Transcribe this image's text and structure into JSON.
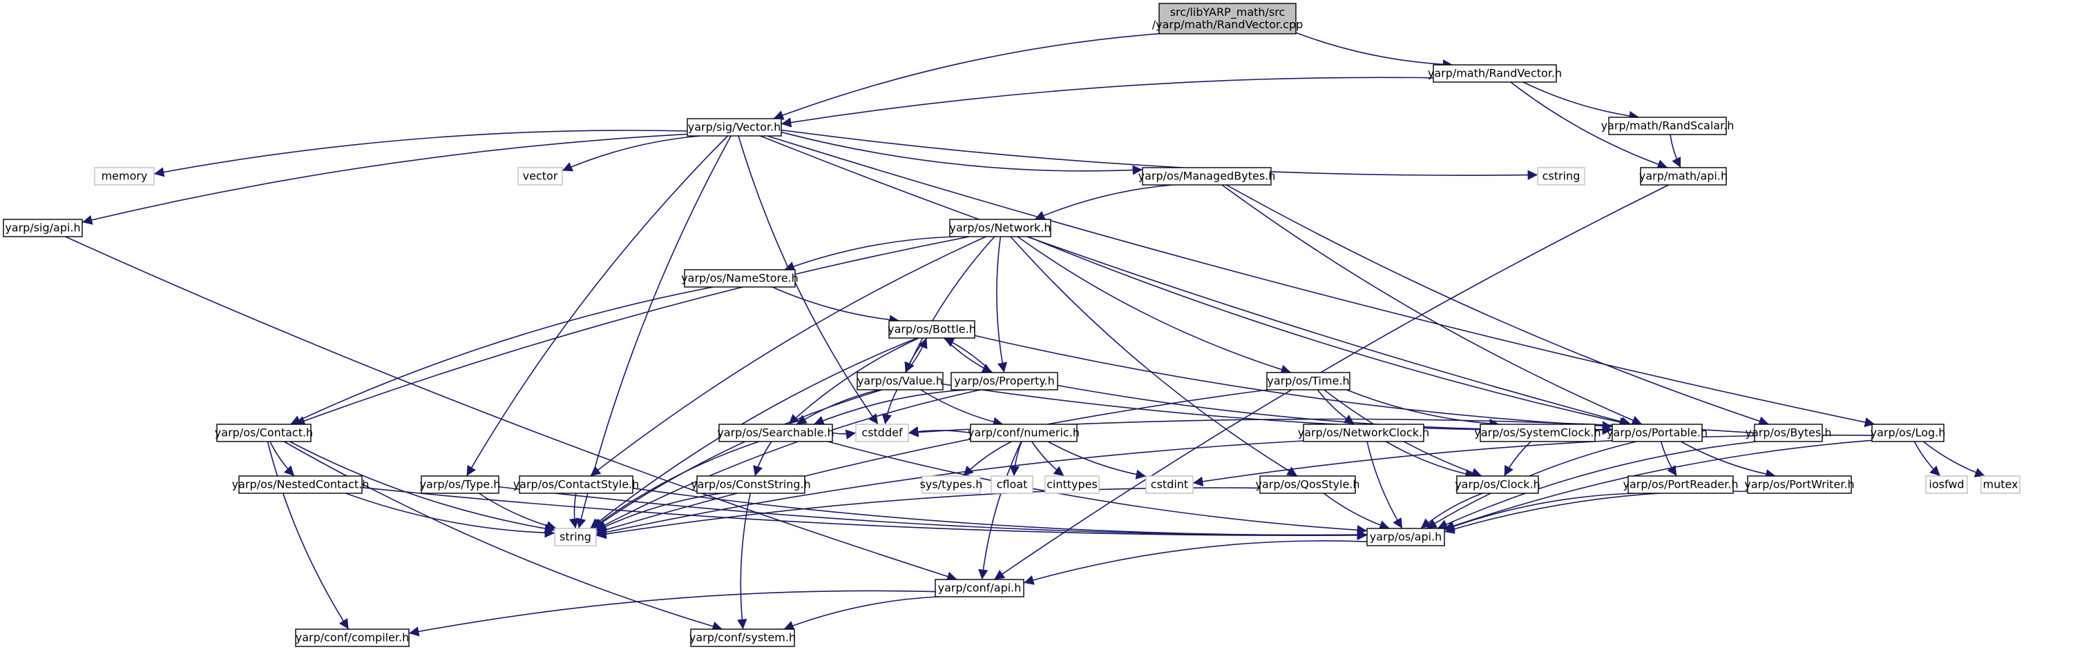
{
  "colors": {
    "edge": "#191970",
    "node_border": "#000000",
    "node_fill": "#ffffff",
    "root_fill": "#bfbfbf",
    "system_border": "#bfbfbf",
    "text": "#000000"
  },
  "nodes": {
    "root": {
      "lines": [
        "src/libYARP_math/src",
        "/yarp/math/RandVector.cpp"
      ],
      "kind": "root"
    },
    "randvector_h": {
      "lines": [
        "yarp/math/RandVector.h"
      ],
      "kind": "project"
    },
    "vector_h": {
      "lines": [
        "yarp/sig/Vector.h"
      ],
      "kind": "project"
    },
    "randscalar_h": {
      "lines": [
        "yarp/math/RandScalar.h"
      ],
      "kind": "project"
    },
    "math_api_h": {
      "lines": [
        "yarp/math/api.h"
      ],
      "kind": "project"
    },
    "memory": {
      "lines": [
        "memory"
      ],
      "kind": "system"
    },
    "vector": {
      "lines": [
        "vector"
      ],
      "kind": "system"
    },
    "cstring": {
      "lines": [
        "cstring"
      ],
      "kind": "system"
    },
    "managedbytes_h": {
      "lines": [
        "yarp/os/ManagedBytes.h"
      ],
      "kind": "project"
    },
    "sig_api_h": {
      "lines": [
        "yarp/sig/api.h"
      ],
      "kind": "project"
    },
    "network_h": {
      "lines": [
        "yarp/os/Network.h"
      ],
      "kind": "project"
    },
    "namestore_h": {
      "lines": [
        "yarp/os/NameStore.h"
      ],
      "kind": "project"
    },
    "bottle_h": {
      "lines": [
        "yarp/os/Bottle.h"
      ],
      "kind": "project"
    },
    "value_h": {
      "lines": [
        "yarp/os/Value.h"
      ],
      "kind": "project"
    },
    "property_h": {
      "lines": [
        "yarp/os/Property.h"
      ],
      "kind": "project"
    },
    "time_h": {
      "lines": [
        "yarp/os/Time.h"
      ],
      "kind": "project"
    },
    "contact_h": {
      "lines": [
        "yarp/os/Contact.h"
      ],
      "kind": "project"
    },
    "searchable_h": {
      "lines": [
        "yarp/os/Searchable.h"
      ],
      "kind": "project"
    },
    "numeric_h": {
      "lines": [
        "yarp/conf/numeric.h"
      ],
      "kind": "project"
    },
    "networkclock_h": {
      "lines": [
        "yarp/os/NetworkClock.h"
      ],
      "kind": "project"
    },
    "systemclock_h": {
      "lines": [
        "yarp/os/SystemClock.h"
      ],
      "kind": "project"
    },
    "portable_h": {
      "lines": [
        "yarp/os/Portable.h"
      ],
      "kind": "project"
    },
    "bytes_h": {
      "lines": [
        "yarp/os/Bytes.h"
      ],
      "kind": "project"
    },
    "log_h": {
      "lines": [
        "yarp/os/Log.h"
      ],
      "kind": "project"
    },
    "nestedcontact_h": {
      "lines": [
        "yarp/os/NestedContact.h"
      ],
      "kind": "project"
    },
    "type_h": {
      "lines": [
        "yarp/os/Type.h"
      ],
      "kind": "project"
    },
    "contactstyle_h": {
      "lines": [
        "yarp/os/ContactStyle.h"
      ],
      "kind": "project"
    },
    "conststring_h": {
      "lines": [
        "yarp/os/ConstString.h"
      ],
      "kind": "project"
    },
    "cstddef": {
      "lines": [
        "cstddef"
      ],
      "kind": "system"
    },
    "sys_types_h": {
      "lines": [
        "sys/types.h"
      ],
      "kind": "system"
    },
    "cfloat": {
      "lines": [
        "cfloat"
      ],
      "kind": "system"
    },
    "cinttypes": {
      "lines": [
        "cinttypes"
      ],
      "kind": "system"
    },
    "cstdint": {
      "lines": [
        "cstdint"
      ],
      "kind": "system"
    },
    "qosstyle_h": {
      "lines": [
        "yarp/os/QosStyle.h"
      ],
      "kind": "project"
    },
    "clock_h": {
      "lines": [
        "yarp/os/Clock.h"
      ],
      "kind": "project"
    },
    "portreader_h": {
      "lines": [
        "yarp/os/PortReader.h"
      ],
      "kind": "project"
    },
    "portwriter_h": {
      "lines": [
        "yarp/os/PortWriter.h"
      ],
      "kind": "project"
    },
    "iosfwd": {
      "lines": [
        "iosfwd"
      ],
      "kind": "system"
    },
    "mutex": {
      "lines": [
        "mutex"
      ],
      "kind": "system"
    },
    "string": {
      "lines": [
        "string"
      ],
      "kind": "system"
    },
    "os_api_h": {
      "lines": [
        "yarp/os/api.h"
      ],
      "kind": "project"
    },
    "conf_api_h": {
      "lines": [
        "yarp/conf/api.h"
      ],
      "kind": "project"
    },
    "compiler_h": {
      "lines": [
        "yarp/conf/compiler.h"
      ],
      "kind": "project"
    },
    "system_h": {
      "lines": [
        "yarp/conf/system.h"
      ],
      "kind": "project"
    }
  },
  "edges": [
    [
      "root",
      "randvector_h"
    ],
    [
      "root",
      "vector_h"
    ],
    [
      "randvector_h",
      "vector_h"
    ],
    [
      "randvector_h",
      "randscalar_h"
    ],
    [
      "randvector_h",
      "math_api_h"
    ],
    [
      "randscalar_h",
      "math_api_h"
    ],
    [
      "math_api_h",
      "conf_api_h"
    ],
    [
      "vector_h",
      "memory"
    ],
    [
      "vector_h",
      "vector"
    ],
    [
      "vector_h",
      "cstring"
    ],
    [
      "vector_h",
      "managedbytes_h"
    ],
    [
      "vector_h",
      "sig_api_h"
    ],
    [
      "vector_h",
      "type_h"
    ],
    [
      "vector_h",
      "portable_h"
    ],
    [
      "vector_h",
      "log_h"
    ],
    [
      "vector_h",
      "cstddef"
    ],
    [
      "vector_h",
      "string"
    ],
    [
      "sig_api_h",
      "conf_api_h"
    ],
    [
      "managedbytes_h",
      "network_h"
    ],
    [
      "managedbytes_h",
      "portable_h"
    ],
    [
      "managedbytes_h",
      "bytes_h"
    ],
    [
      "network_h",
      "namestore_h"
    ],
    [
      "network_h",
      "contact_h"
    ],
    [
      "network_h",
      "value_h"
    ],
    [
      "network_h",
      "property_h"
    ],
    [
      "network_h",
      "time_h"
    ],
    [
      "network_h",
      "portable_h"
    ],
    [
      "network_h",
      "contactstyle_h"
    ],
    [
      "network_h",
      "qosstyle_h"
    ],
    [
      "namestore_h",
      "bottle_h"
    ],
    [
      "namestore_h",
      "contact_h"
    ],
    [
      "bottle_h",
      "value_h"
    ],
    [
      "bottle_h",
      "property_h"
    ],
    [
      "bottle_h",
      "searchable_h"
    ],
    [
      "bottle_h",
      "portable_h"
    ],
    [
      "bottle_h",
      "string"
    ],
    [
      "value_h",
      "bottle_h"
    ],
    [
      "value_h",
      "searchable_h"
    ],
    [
      "value_h",
      "numeric_h"
    ],
    [
      "value_h",
      "portable_h"
    ],
    [
      "value_h",
      "cstddef"
    ],
    [
      "value_h",
      "string"
    ],
    [
      "property_h",
      "bottle_h"
    ],
    [
      "property_h",
      "searchable_h"
    ],
    [
      "property_h",
      "portable_h"
    ],
    [
      "property_h",
      "string"
    ],
    [
      "time_h",
      "networkclock_h"
    ],
    [
      "time_h",
      "systemclock_h"
    ],
    [
      "time_h",
      "clock_h"
    ],
    [
      "time_h",
      "string"
    ],
    [
      "contact_h",
      "nestedcontact_h"
    ],
    [
      "contact_h",
      "string"
    ],
    [
      "contact_h",
      "compiler_h"
    ],
    [
      "contact_h",
      "system_h"
    ],
    [
      "searchable_h",
      "conststring_h"
    ],
    [
      "searchable_h",
      "cstddef"
    ],
    [
      "searchable_h",
      "string"
    ],
    [
      "searchable_h",
      "os_api_h"
    ],
    [
      "numeric_h",
      "cstddef"
    ],
    [
      "numeric_h",
      "sys_types_h"
    ],
    [
      "numeric_h",
      "cfloat"
    ],
    [
      "numeric_h",
      "cinttypes"
    ],
    [
      "numeric_h",
      "cstdint"
    ],
    [
      "numeric_h",
      "conf_api_h"
    ],
    [
      "networkclock_h",
      "clock_h"
    ],
    [
      "networkclock_h",
      "os_api_h"
    ],
    [
      "networkclock_h",
      "string"
    ],
    [
      "systemclock_h",
      "clock_h"
    ],
    [
      "portable_h",
      "portreader_h"
    ],
    [
      "portable_h",
      "portwriter_h"
    ],
    [
      "portable_h",
      "os_api_h"
    ],
    [
      "bytes_h",
      "cstddef"
    ],
    [
      "bytes_h",
      "os_api_h"
    ],
    [
      "log_h",
      "iosfwd"
    ],
    [
      "log_h",
      "mutex"
    ],
    [
      "log_h",
      "cstdint"
    ],
    [
      "log_h",
      "os_api_h"
    ],
    [
      "nestedcontact_h",
      "string"
    ],
    [
      "nestedcontact_h",
      "os_api_h"
    ],
    [
      "type_h",
      "string"
    ],
    [
      "type_h",
      "os_api_h"
    ],
    [
      "contactstyle_h",
      "string"
    ],
    [
      "contactstyle_h",
      "os_api_h"
    ],
    [
      "conststring_h",
      "string"
    ],
    [
      "conststring_h",
      "system_h"
    ],
    [
      "qosstyle_h",
      "string"
    ],
    [
      "qosstyle_h",
      "os_api_h"
    ],
    [
      "clock_h",
      "os_api_h"
    ],
    [
      "portreader_h",
      "os_api_h"
    ],
    [
      "portwriter_h",
      "os_api_h"
    ],
    [
      "os_api_h",
      "conf_api_h"
    ],
    [
      "conf_api_h",
      "compiler_h"
    ],
    [
      "conf_api_h",
      "system_h"
    ]
  ]
}
